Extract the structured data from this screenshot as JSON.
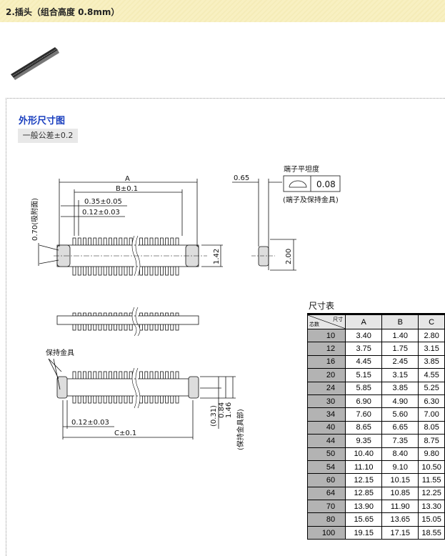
{
  "header": {
    "title": "2.插头（组合高度 0.8mm）"
  },
  "section": {
    "title": "外形尺寸图",
    "tolerance": "一般公差±0.2"
  },
  "drawing": {
    "dim_a": "A",
    "dim_b": "B±0.1",
    "dim_pitch": "0.35±0.05",
    "dim_width": "0.12±0.03",
    "dim_suction": "0.70(吸附面)",
    "dim_142": "1.42",
    "dim_065": "0.65",
    "dim_200": "2.00",
    "flatness_label": "端子平坦度",
    "flatness_value": "0.08",
    "flatness_note": "(端子及保持金具)",
    "holding_label": "保持金具",
    "dim_012": "0.12±0.03",
    "dim_c": "C±0.1",
    "dim_031": "(0.31)",
    "dim_084": "0.84",
    "dim_146": "1.46",
    "dim_holding": "(保持金具部)"
  },
  "table": {
    "title": "尺寸表",
    "corner_top": "尺寸",
    "corner_bottom": "芯数",
    "columns": [
      "A",
      "B",
      "C"
    ],
    "rows": [
      [
        "10",
        "3.40",
        "1.40",
        "2.80"
      ],
      [
        "12",
        "3.75",
        "1.75",
        "3.15"
      ],
      [
        "16",
        "4.45",
        "2.45",
        "3.85"
      ],
      [
        "20",
        "5.15",
        "3.15",
        "4.55"
      ],
      [
        "24",
        "5.85",
        "3.85",
        "5.25"
      ],
      [
        "30",
        "6.90",
        "4.90",
        "6.30"
      ],
      [
        "34",
        "7.60",
        "5.60",
        "7.00"
      ],
      [
        "40",
        "8.65",
        "6.65",
        "8.05"
      ],
      [
        "44",
        "9.35",
        "7.35",
        "8.75"
      ],
      [
        "50",
        "10.40",
        "8.40",
        "9.80"
      ],
      [
        "54",
        "11.10",
        "9.10",
        "10.50"
      ],
      [
        "60",
        "12.15",
        "10.15",
        "11.55"
      ],
      [
        "64",
        "12.85",
        "10.85",
        "12.25"
      ],
      [
        "70",
        "13.90",
        "11.90",
        "13.30"
      ],
      [
        "80",
        "15.65",
        "13.65",
        "15.05"
      ],
      [
        "100",
        "19.15",
        "17.15",
        "18.55"
      ]
    ]
  }
}
